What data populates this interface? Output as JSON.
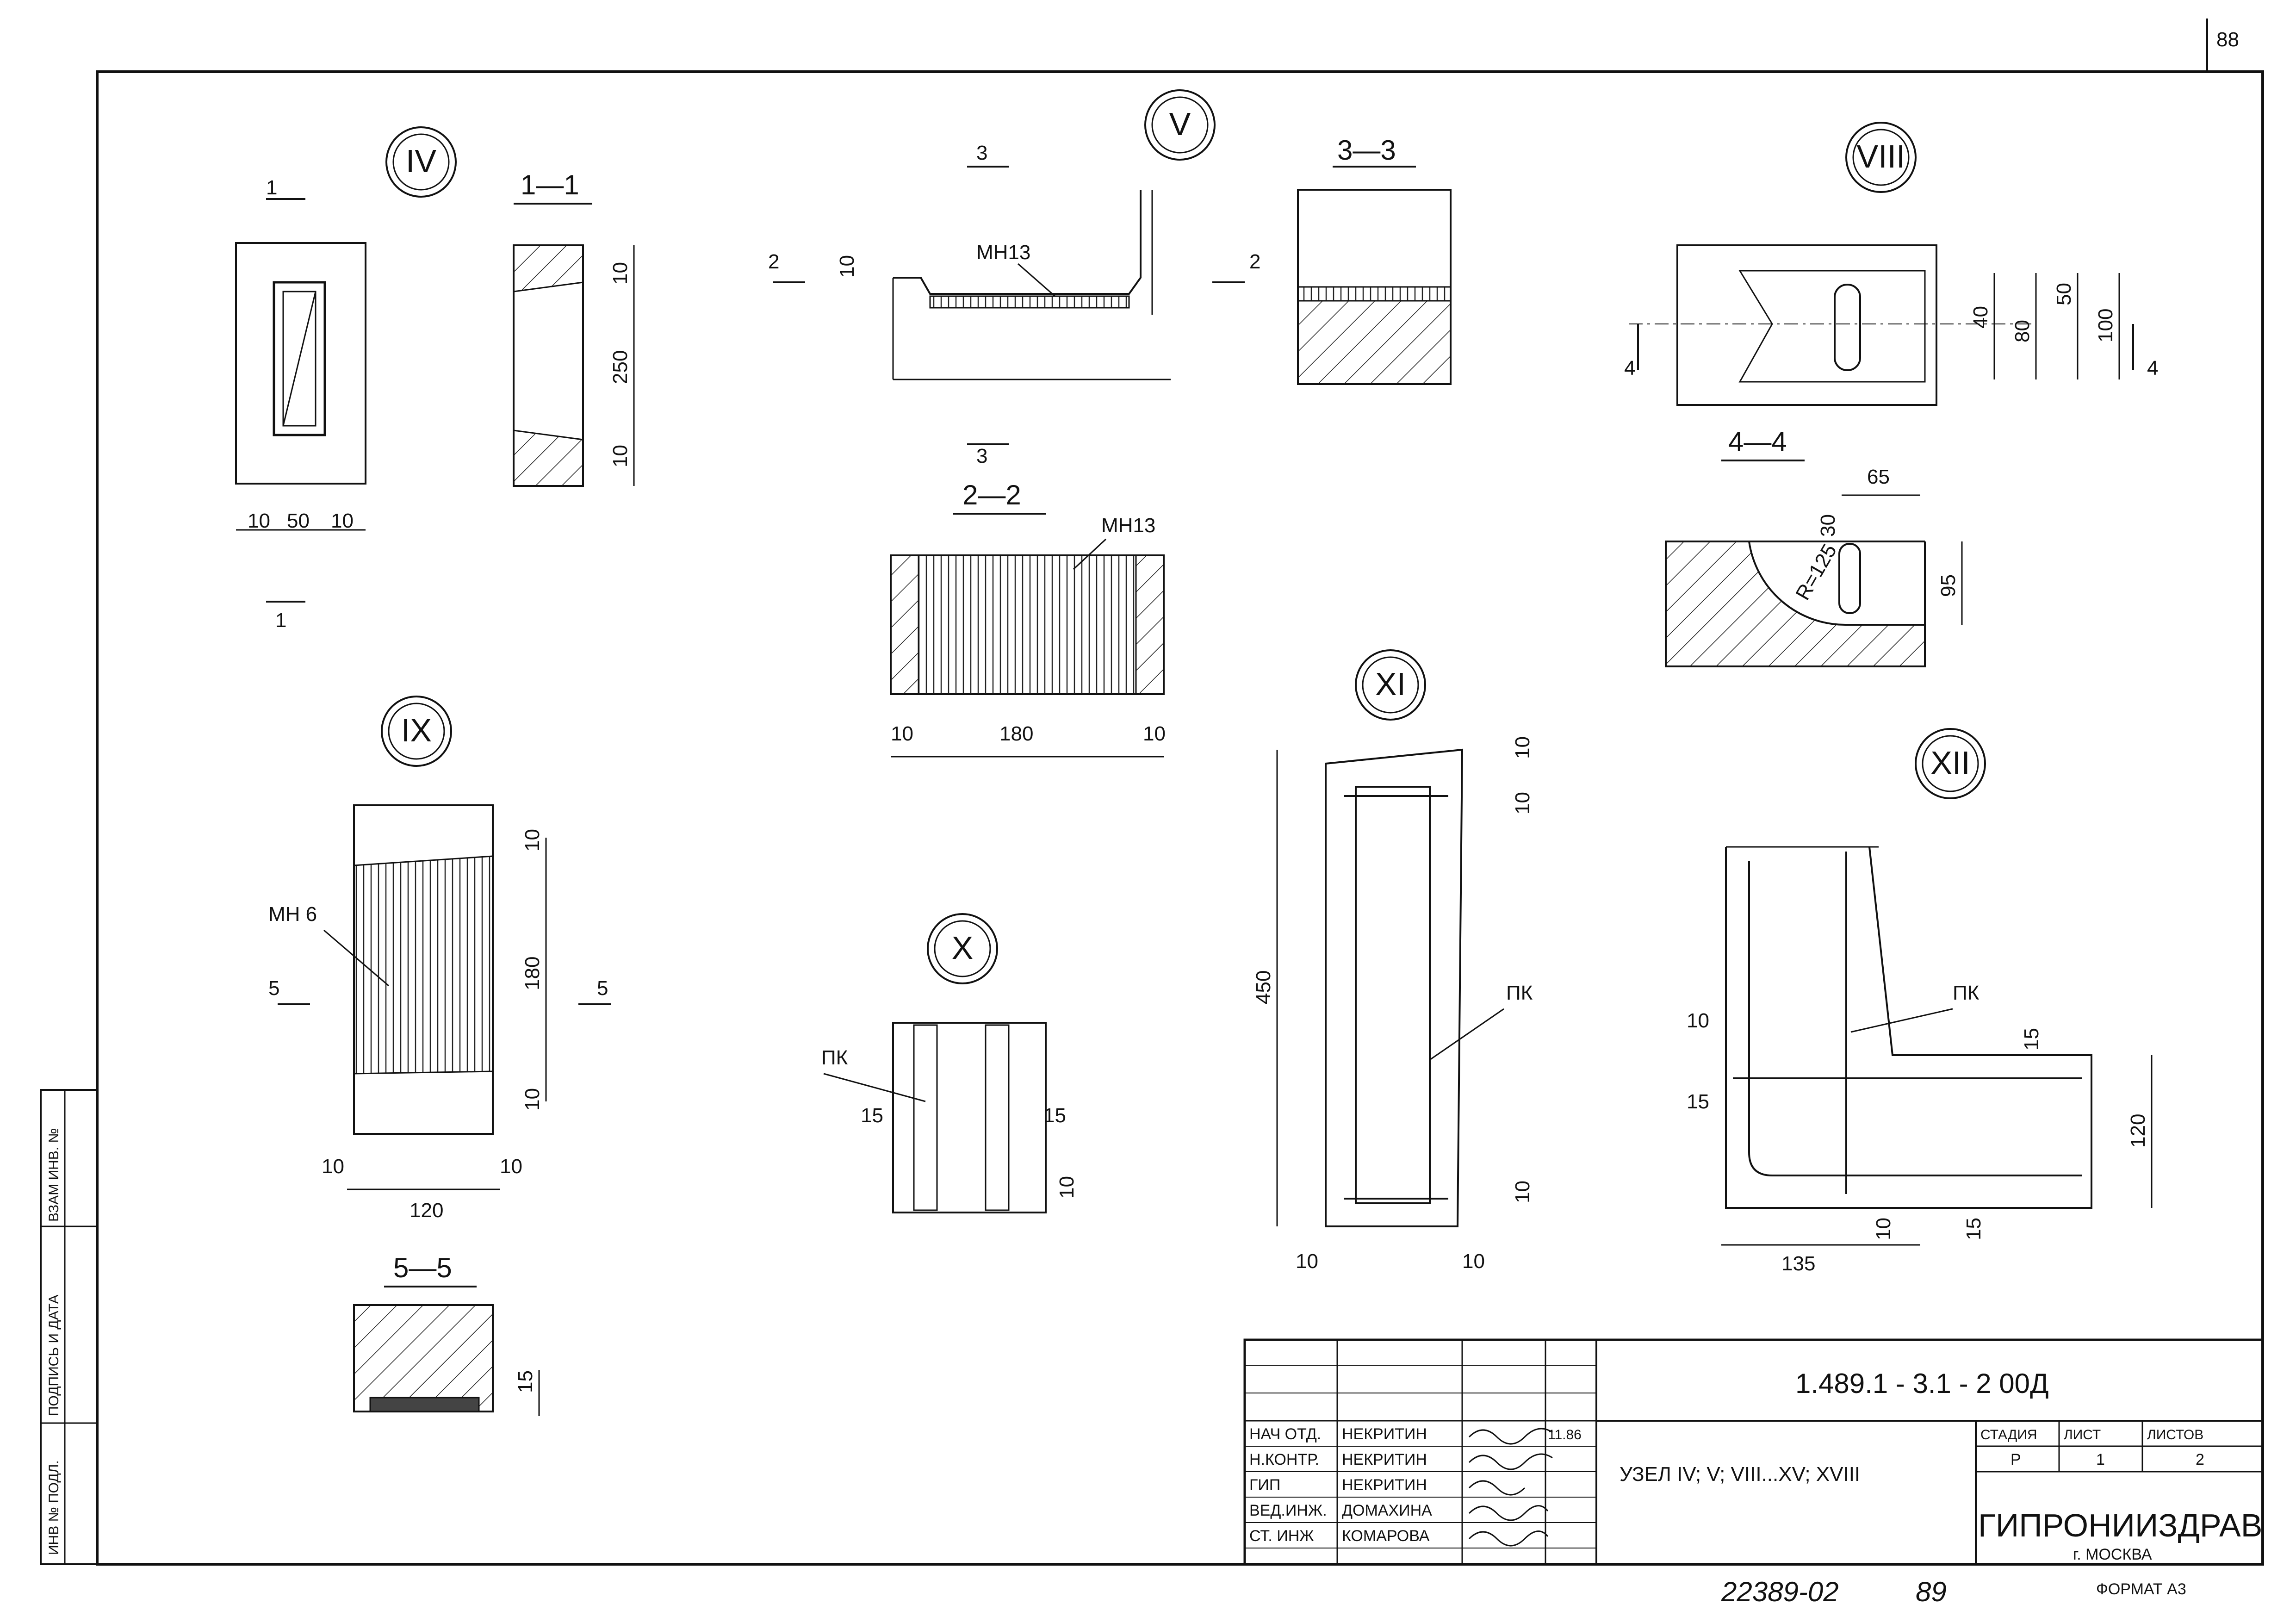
{
  "page_number": "88",
  "side_stamp": [
    "ИНВ № ПОДЛ.",
    "ПОДПИСЬ И ДАТА",
    "ВЗАМ ИНВ. №"
  ],
  "nodes": {
    "iv": {
      "marker": "IV",
      "section_title": "1—1",
      "cut": "1",
      "dims": [
        "10",
        "50",
        "10"
      ],
      "dims_section": [
        "10",
        "250",
        "10"
      ]
    },
    "v": {
      "marker": "V",
      "cut_a": "3",
      "cut_b": "2",
      "dim": "10",
      "label": "МН13",
      "section_33": "3—3",
      "section_22": "2—2",
      "label_22": "МН13",
      "dims_22": [
        "10",
        "180",
        "10"
      ]
    },
    "viii": {
      "marker": "VIII",
      "cut": "4",
      "dims": [
        "40",
        "80",
        "50",
        "100"
      ],
      "section_44": "4—4",
      "dims_44": [
        "65",
        "30",
        "95"
      ],
      "radius": "R=125"
    },
    "ix": {
      "marker": "IX",
      "label": "МН 6",
      "cut": "5",
      "dims_v": [
        "10",
        "180",
        "10"
      ],
      "dims_h": [
        "10",
        "10",
        "120"
      ],
      "section_55": "5—5",
      "dim_55": "15"
    },
    "x": {
      "marker": "X",
      "label": "ПК",
      "dims": [
        "15",
        "15",
        "10"
      ]
    },
    "xi": {
      "marker": "XI",
      "label": "ПК",
      "dims": [
        "450",
        "10",
        "10",
        "10",
        "10",
        "10"
      ]
    },
    "xii": {
      "marker": "XII",
      "label": "ПК",
      "dims": [
        "10",
        "15",
        "15",
        "120",
        "135",
        "10",
        "15"
      ]
    }
  },
  "title_block": {
    "designation": "1.489.1 - 3.1 - 2 00Д",
    "sheet_title": "УЗЕЛ IV; V; VIII...XV; XVIII",
    "stage_header": "СТАДИЯ",
    "sheet_header": "ЛИСТ",
    "sheets_header": "ЛИСТОВ",
    "stage": "Р",
    "sheet": "1",
    "sheets": "2",
    "org": "ГИПРОНИИЗДРАВ",
    "city": "г. МОСКВА",
    "date": "11.86",
    "staff": [
      {
        "role": "НАЧ ОТД.",
        "name": "НЕКРИТИН"
      },
      {
        "role": "Н.КОНТР.",
        "name": "НЕКРИТИН"
      },
      {
        "role": "ГИП",
        "name": "НЕКРИТИН"
      },
      {
        "role": "ВЕД.ИНЖ.",
        "name": "ДОМАХИНА"
      },
      {
        "role": "СТ. ИНЖ",
        "name": "КОМАРОВА"
      }
    ]
  },
  "footer": {
    "doc_number": "22389-02",
    "page": "89",
    "format": "ФОРМАТ А3"
  }
}
